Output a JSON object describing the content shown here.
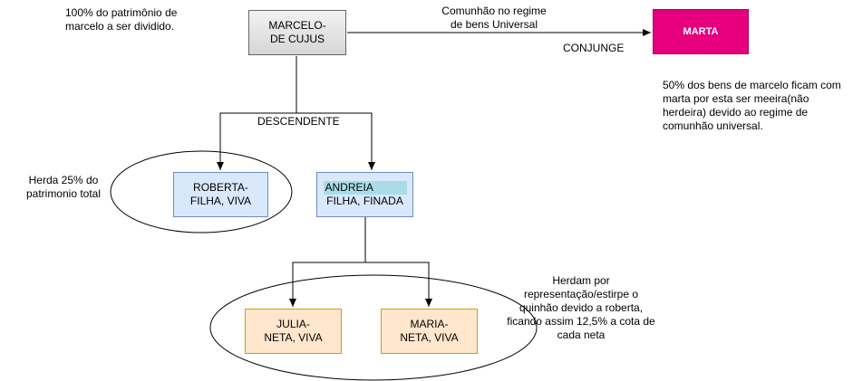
{
  "colors": {
    "marcelo_fill": "#e4e4e4",
    "marta_fill": "#e6007e",
    "blue_fill": "#dae8fc",
    "blue_stroke": "#6c8ebf",
    "orange_fill": "#ffe6cc",
    "orange_stroke": "#d79b00",
    "highlight": "#a8dde8"
  },
  "nodes": {
    "marcelo": {
      "line1": "MARCELO-",
      "line2": "DE CUJUS"
    },
    "marta": {
      "label": "MARTA"
    },
    "roberta": {
      "line1": "ROBERTA-",
      "line2": "FILHA, VIVA"
    },
    "andreia": {
      "line1": "ANDREIA",
      "line2": "FILHA, FINADA"
    },
    "julia": {
      "line1": "JULIA-",
      "line2": "NETA, VIVA"
    },
    "maria": {
      "line1": "MARIA-",
      "line2": "NETA, VIVA"
    }
  },
  "edge_labels": {
    "marriage_line1": "Comunhão no regime",
    "marriage_line2": "de bens Universal",
    "conjunge": "CONJUNGE",
    "descendente": "DESCENDENTE"
  },
  "notes": {
    "top_left": [
      "100% do patrimônio de",
      "marcelo a ser dividido."
    ],
    "marta_share": [
      "50% dos bens de marcelo ficam com",
      "marta por esta ser meeira(não",
      "herdeira) devido ao regime de",
      "comunhão universal."
    ],
    "roberta_share": [
      "Herda 25% do",
      "patrimonio total"
    ],
    "grandchildren_share": [
      "Herdam por",
      "representação/estirpe o",
      "quinhão devido a roberta,",
      "ficando assim 12,5% a cota de",
      "cada neta"
    ]
  }
}
